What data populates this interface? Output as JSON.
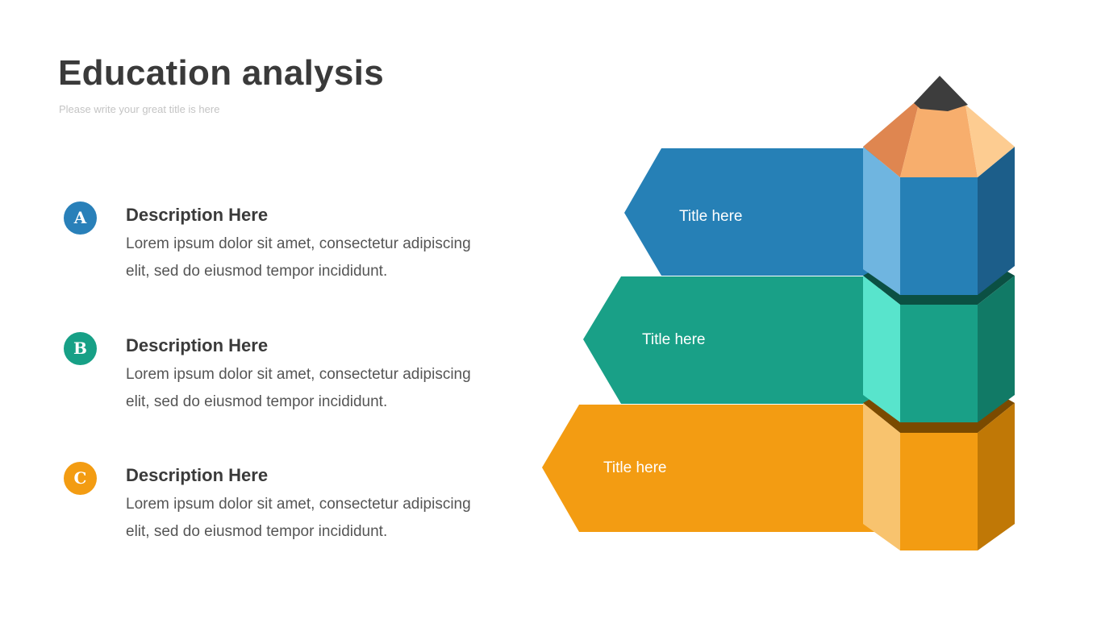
{
  "header": {
    "title": "Education analysis",
    "subtitle": "Please write your great title is here"
  },
  "items": [
    {
      "badge": "A",
      "heading": "Description Here",
      "body": "Lorem ipsum dolor sit amet, consectetur adipiscing elit, sed do eiusmod tempor incididunt.",
      "color": "#2980b9"
    },
    {
      "badge": "B",
      "heading": "Description Here",
      "body": "Lorem ipsum dolor sit amet, consectetur adipiscing elit, sed do eiusmod tempor incididunt.",
      "color": "#17a086"
    },
    {
      "badge": "C",
      "heading": "Description Here",
      "body": "Lorem ipsum dolor sit amet, consectetur adipiscing elit, sed do eiusmod tempor incididunt.",
      "color": "#f39c12"
    }
  ],
  "arrows": [
    {
      "label": "Title here"
    },
    {
      "label": "Title here"
    },
    {
      "label": "Title here"
    }
  ]
}
